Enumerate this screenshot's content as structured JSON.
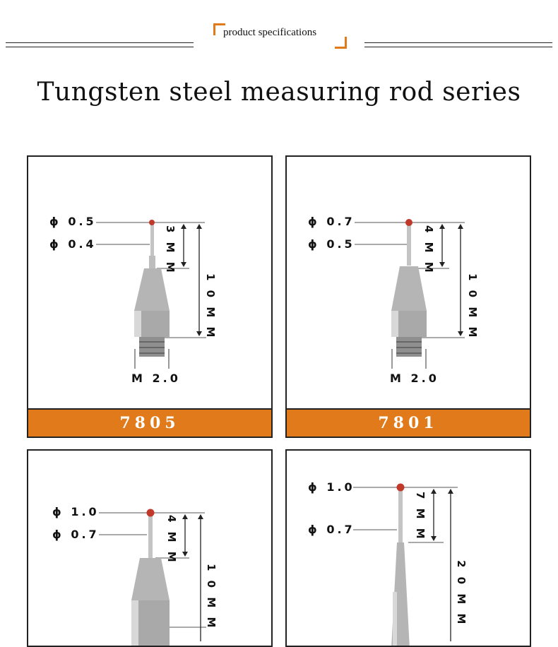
{
  "header": {
    "label": "product specifications"
  },
  "title": "Tungsten steel measuring rod series",
  "colors": {
    "accent": "#e07a1a",
    "ball": "#c0392b",
    "steel": "#b8b8b8"
  },
  "cards": [
    {
      "model": "7805",
      "ball": "ϕ 0.5",
      "stem": "ϕ 0.4",
      "short_len": "3 M M",
      "total_len": "1 0 M M",
      "thread": "M 2.0"
    },
    {
      "model": "7801",
      "ball": "ϕ 0.7",
      "stem": "ϕ 0.5",
      "short_len": "4 M M",
      "total_len": "1 0 M M",
      "thread": "M 2.0"
    },
    {
      "ball": "ϕ 1.0",
      "stem": "ϕ 0.7",
      "short_len": "4 M M",
      "total_len": "1 0 M M"
    },
    {
      "ball": "ϕ 1.0",
      "stem": "ϕ 0.7",
      "short_len": "7 M M",
      "total_len": "2 0 M M"
    }
  ]
}
